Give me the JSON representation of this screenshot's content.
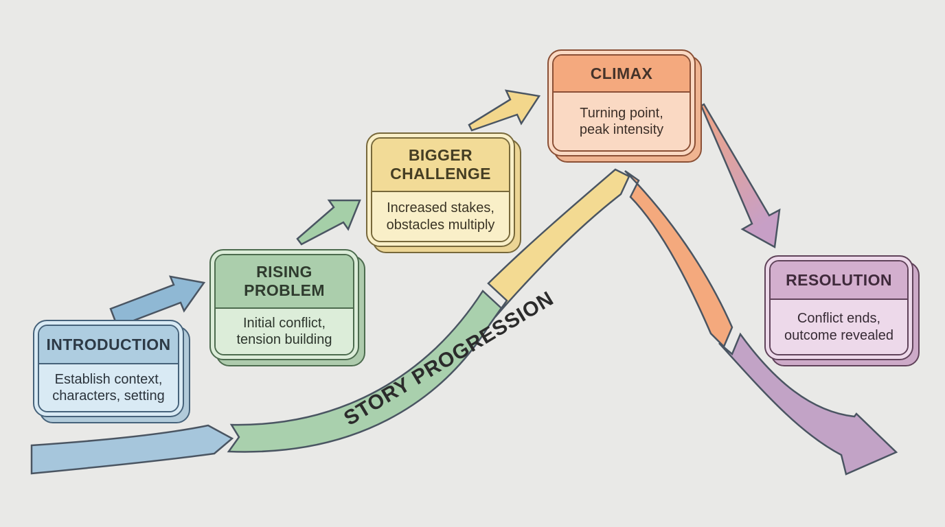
{
  "canvas": {
    "background": "#e9e9e7"
  },
  "flow_label": {
    "text": "STORY PROGRESSION",
    "color": "#2b2b2b"
  },
  "stages": [
    {
      "title_lines": [
        "INTRODUCTION"
      ],
      "description_lines": [
        "Establish context,",
        "characters, setting"
      ],
      "colors": {
        "header": "#aecde0",
        "body": "#d9eaf4",
        "border": "#46627a",
        "shadow": "#b2cbda",
        "title": "#2d3a46",
        "text": "#2b333b"
      }
    },
    {
      "title_lines": [
        "RISING",
        "PROBLEM"
      ],
      "description_lines": [
        "Initial conflict,",
        "tension building"
      ],
      "colors": {
        "header": "#abceac",
        "body": "#dcedd9",
        "border": "#4c6b4e",
        "shadow": "#aecbad",
        "title": "#2f3b2e",
        "text": "#2c352c"
      }
    },
    {
      "title_lines": [
        "BIGGER",
        "CHALLENGE"
      ],
      "description_lines": [
        "Increased stakes,",
        "obstacles multiply"
      ],
      "colors": {
        "header": "#f2db97",
        "body": "#f9efc8",
        "border": "#77683a",
        "shadow": "#ecd595",
        "title": "#453e23",
        "text": "#3a3425"
      }
    },
    {
      "title_lines": [
        "CLIMAX"
      ],
      "description_lines": [
        "Turning point,",
        "peak intensity"
      ],
      "colors": {
        "header": "#f4a97e",
        "body": "#fad9c3",
        "border": "#8a4f35",
        "shadow": "#efb491",
        "title": "#45332a",
        "text": "#3c2f28"
      }
    },
    {
      "title_lines": [
        "RESOLUTION"
      ],
      "description_lines": [
        "Conflict ends,",
        "outcome revealed"
      ],
      "colors": {
        "header": "#d3afce",
        "body": "#edd9ea",
        "border": "#5f4259",
        "shadow": "#cdaac8",
        "title": "#3f2a3b",
        "text": "#362a34"
      }
    }
  ],
  "progression_arrow": {
    "outline": "#4a5562",
    "segments": [
      {
        "stage": "introduction",
        "color": "#a6c6dc"
      },
      {
        "stage": "rising-problem",
        "color": "#a9d0ad"
      },
      {
        "stage": "bigger-challenge",
        "color": "#f3da92"
      },
      {
        "stage": "climax",
        "color": "#f4a97d"
      },
      {
        "stage": "resolution",
        "color": "#c2a3c6"
      }
    ]
  },
  "connectors": [
    {
      "from": "introduction",
      "to": "rising-problem",
      "color": "#8fb8d4"
    },
    {
      "from": "rising-problem",
      "to": "bigger-challenge",
      "color": "#a5cfa8"
    },
    {
      "from": "bigger-challenge",
      "to": "climax",
      "color": "#f3d78c"
    },
    {
      "from": "climax",
      "to": "resolution",
      "color_from": "#f0a584",
      "color_to": "#c79fc6"
    }
  ]
}
